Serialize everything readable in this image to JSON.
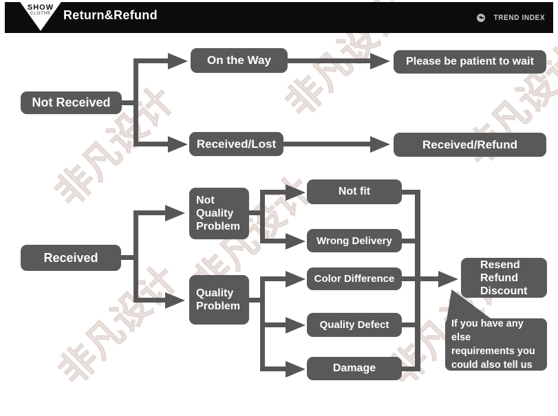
{
  "header": {
    "logo_line1": "SHOW",
    "logo_line2": "CLOTHE",
    "title": "Return&Refund",
    "trend_label": "TREND INDEX"
  },
  "watermark": {
    "text": "非凡设计"
  },
  "colors": {
    "node_fill": "#595959",
    "connector": "#565656",
    "header_bg": "#0c0c0c",
    "node_text": "#ffffff",
    "watermark": "#d3c0b6"
  },
  "flow1": {
    "root": "Not Received",
    "branches": [
      {
        "node": "On the Way",
        "result": "Please be patient to wait"
      },
      {
        "node": "Received/Lost",
        "result": "Received/Refund"
      }
    ]
  },
  "flow2": {
    "root": "Received",
    "branches": [
      {
        "node": "Not\nQuality\nProblem",
        "leaves": [
          "Not fit",
          "Wrong Delivery"
        ]
      },
      {
        "node": "Quality\nProblem",
        "leaves": [
          "Color Difference",
          "Quality Defect",
          "Damage"
        ]
      }
    ],
    "result": "Resend\nRefund\nDiscount",
    "note": "If you have any else\nrequirements you\ncould also tell us"
  }
}
